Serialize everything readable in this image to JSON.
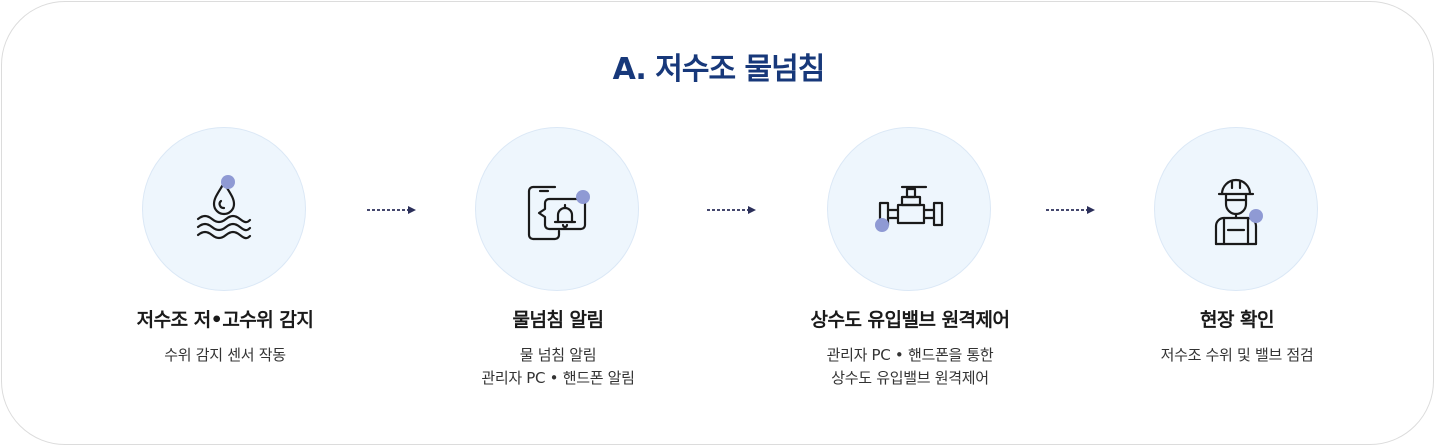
{
  "title": "A. 저수조 물넘침",
  "steps": [
    {
      "icon": "water-drop-waves-icon",
      "title": "저수조 저•고수위 감지",
      "lines": [
        "수위 감지 센서 작동"
      ]
    },
    {
      "icon": "phone-bell-icon",
      "title": "물넘침 알림",
      "lines": [
        "물 넘침 알림",
        "관리자 PC • 핸드폰 알림"
      ]
    },
    {
      "icon": "valve-icon",
      "title": "상수도 유입밸브 원격제어",
      "lines": [
        "관리자 PC • 핸드폰을 통한",
        "상수도 유입밸브 원격제어"
      ]
    },
    {
      "icon": "worker-icon",
      "title": "현장 확인",
      "lines": [
        "저수조 수위 및 밸브 점검"
      ]
    }
  ],
  "colors": {
    "title": "#17387a",
    "accent_dot": "#8f9ad4",
    "circle_bg": "#eef6fd",
    "icon_stroke": "#1a1a1a",
    "arrow": "#2b2f5a"
  }
}
